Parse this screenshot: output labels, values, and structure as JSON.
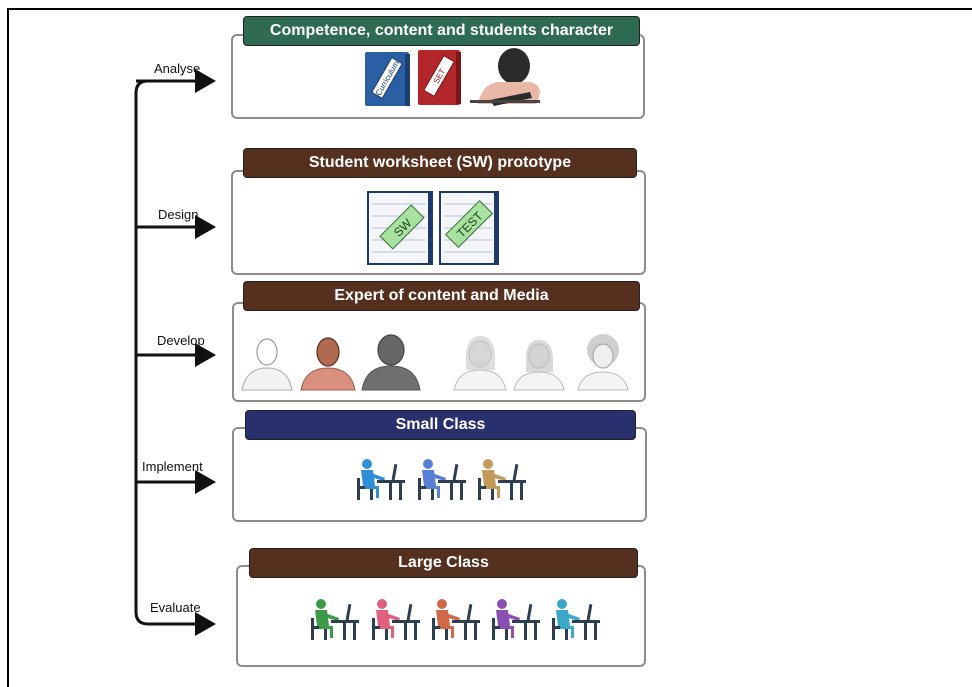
{
  "steps": [
    {
      "label": "Analyse"
    },
    {
      "label": "Design"
    },
    {
      "label": "Develop"
    },
    {
      "label": "Implement"
    },
    {
      "label": "Evaluate"
    }
  ],
  "stages": [
    {
      "title": "Competence, content and students  character",
      "color": "#2e6b52"
    },
    {
      "title": "Student worksheet (SW) prototype",
      "color": "#55301f"
    },
    {
      "title": "Expert of content and Media",
      "color": "#55301f"
    },
    {
      "title": "Small Class",
      "color": "#28306e"
    },
    {
      "title": "Large Class",
      "color": "#55301f"
    }
  ],
  "books": [
    {
      "label": "Curriculum",
      "color": "#2a5fa3"
    },
    {
      "label": "SET",
      "color": "#b3262a"
    }
  ],
  "notebooks": [
    {
      "label": "SW"
    },
    {
      "label": "TEST"
    }
  ],
  "icons": {
    "student": "student-writing-icon",
    "experts": [
      "expert-avatar-icon"
    ],
    "learners": [
      "student-at-desk-icon"
    ]
  },
  "small_class_colors": [
    "#2f8fd6",
    "#5a7fd6",
    "#c49a5a"
  ],
  "large_class_colors": [
    "#3e9a4a",
    "#e0607e",
    "#d0684a",
    "#8a4fb0",
    "#3ba7c9"
  ]
}
